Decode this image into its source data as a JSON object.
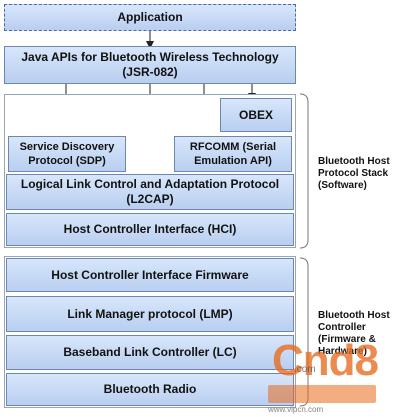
{
  "diagram": {
    "application": "Application",
    "java_apis": [
      "Java APIs for Bluetooth Wireless Technology",
      "(JSR-082)"
    ],
    "obex": "OBEX",
    "sdp": [
      "Service Discovery",
      "Protocol (SDP)"
    ],
    "rfcomm": [
      "RFCOMM (Serial",
      "Emulation API)"
    ],
    "l2cap": [
      "Logical Link Control and Adaptation Protocol",
      "(L2CAP)"
    ],
    "hci": "Host Controller Interface (HCI)",
    "hci_firmware": "Host Controller Interface Firmware",
    "lmp": "Link Manager protocol (LMP)",
    "baseband": "Baseband Link Controller (LC)",
    "radio": "Bluetooth Radio",
    "host_label": [
      "Bluetooth Host",
      "Protocol Stack",
      "(Software)"
    ],
    "controller_label": [
      "Bluetooth Host",
      "Controller",
      "(Firmware &",
      "Hardware)"
    ]
  },
  "watermark": {
    "logo_text": "Cnd8",
    "com_text": ".com",
    "url": "www.vipcn.com"
  },
  "colors": {
    "box_fill_top": "#d7e6fb",
    "box_fill_bottom": "#b9cff0",
    "box_border": "#6f86b3",
    "watermark": "#e76a1e"
  }
}
